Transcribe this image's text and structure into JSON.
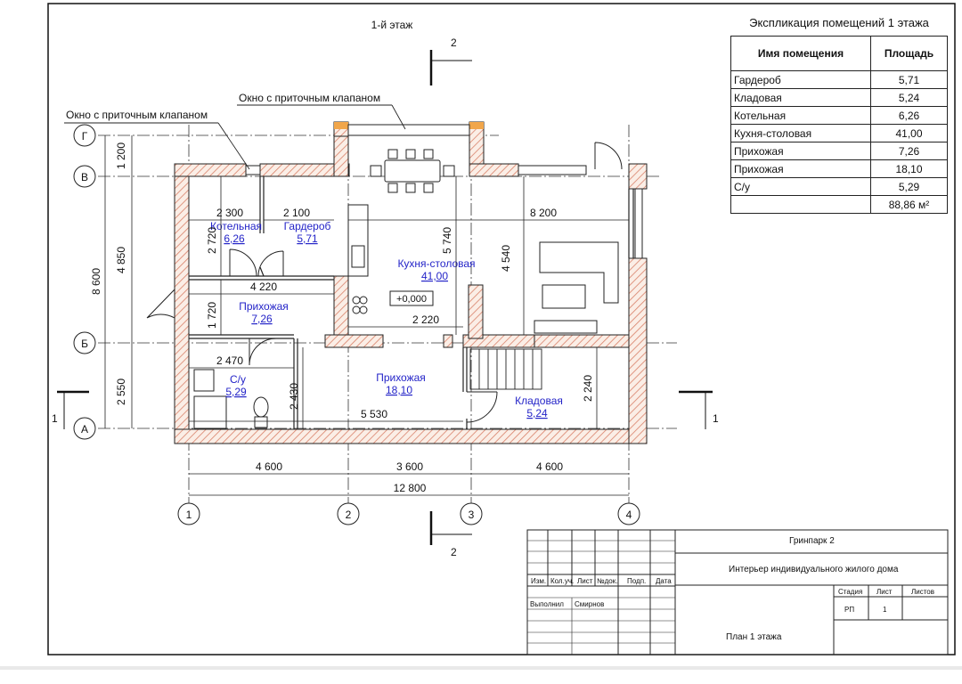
{
  "floor_title": "1-й этаж",
  "explication": {
    "title": "Экспликация помещений 1 этажа",
    "col_name": "Имя помещения",
    "col_area": "Площадь",
    "rows": [
      {
        "name": "Гардероб",
        "area": "5,71"
      },
      {
        "name": "Кладовая",
        "area": "5,24"
      },
      {
        "name": "Котельная",
        "area": "6,26"
      },
      {
        "name": "Кухня-столовая",
        "area": "41,00"
      },
      {
        "name": "Прихожая",
        "area": "7,26"
      },
      {
        "name": "Прихожая",
        "area": "18,10"
      },
      {
        "name": "С/у",
        "area": "5,29"
      }
    ],
    "total": "88,86 м²"
  },
  "callouts": {
    "window_top": "Окно с приточным клапаном",
    "window_left": "Окно с приточным клапаном"
  },
  "rooms": {
    "kotelnaya": {
      "name": "Котельная",
      "area": "6,26"
    },
    "garderob": {
      "name": "Гардероб",
      "area": "5,71"
    },
    "kuhnya": {
      "name": "Кухня-столовая",
      "area": "41,00"
    },
    "prihozhaya_small": {
      "name": "Прихожая",
      "area": "7,26"
    },
    "su": {
      "name": "С/у",
      "area": "5,29"
    },
    "prihozhaya_big": {
      "name": "Прихожая",
      "area": "18,10"
    },
    "kladovaya": {
      "name": "Кладовая",
      "area": "5,24"
    }
  },
  "level_mark": "+0,000",
  "dims": {
    "d2300": "2 300",
    "d2100": "2 100",
    "d8200": "8 200",
    "d2720": "2 720",
    "d5740": "5 740",
    "d4540": "4 540",
    "d4220": "4 220",
    "d1720": "1 720",
    "d2220": "2 220",
    "d2470": "2 470",
    "d2430": "2 430",
    "d5530": "5 530",
    "d2240": "2 240",
    "d1200": "1 200",
    "d4850": "4 850",
    "d8600": "8 600",
    "d2550": "2 550",
    "d4600a": "4 600",
    "d3600": "3 600",
    "d4600b": "4 600",
    "d12800": "12 800"
  },
  "axes": {
    "rows": [
      "Г",
      "В",
      "Б",
      "А"
    ],
    "cols": [
      "1",
      "2",
      "3",
      "4"
    ]
  },
  "sections": {
    "s2": "2",
    "s1": "1"
  },
  "stamp": {
    "project": "Гринпарк 2",
    "title": "Интерьер индивидуального жилого дома",
    "sheet_name": "План 1 этажа",
    "hdr": [
      "Изм.",
      "Кол.уч.",
      "Лист",
      "№док.",
      "Подп.",
      "Дата"
    ],
    "performed_label": "Выполнил",
    "performed_name": "Смирнов",
    "stage_label": "Стадия",
    "sheet_label": "Лист",
    "sheets_label": "Листов",
    "stage": "РП",
    "sheet": "1"
  }
}
